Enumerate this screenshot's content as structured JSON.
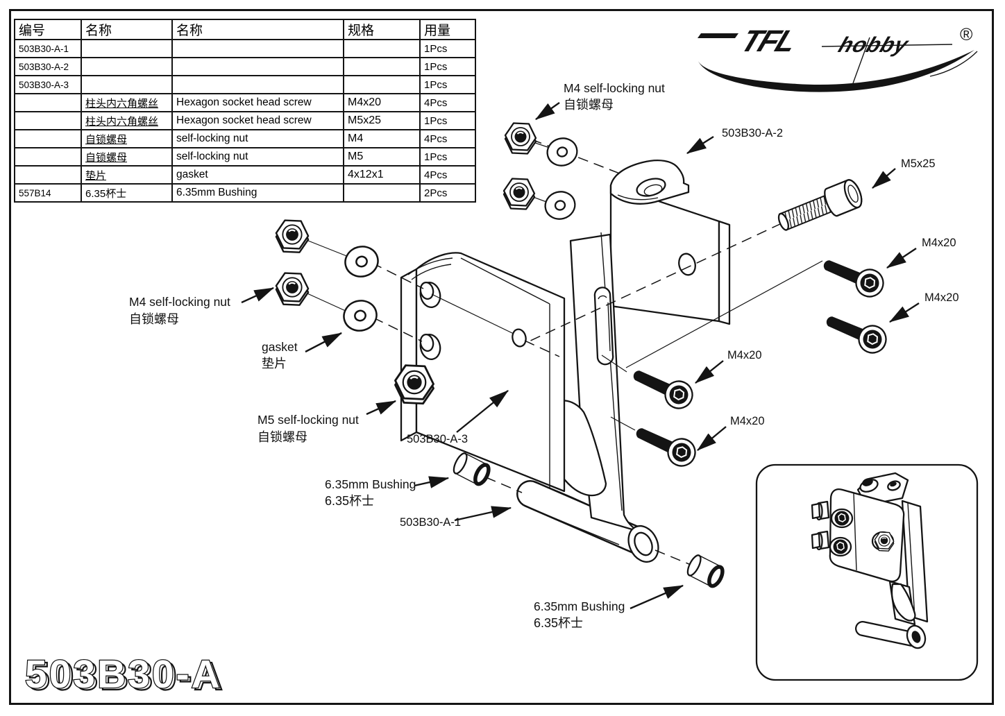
{
  "page": {
    "drawing_number": "503B30-A"
  },
  "logo": {
    "brand": "TFL",
    "suffix": "hobby",
    "registered": "®"
  },
  "table": {
    "headers": [
      "编号",
      "名称",
      "名称",
      "规格",
      "用量"
    ],
    "rows": [
      [
        "503B30-A-1",
        "",
        "",
        "",
        "1Pcs"
      ],
      [
        "503B30-A-2",
        "",
        "",
        "",
        "1Pcs"
      ],
      [
        "503B30-A-3",
        "",
        "",
        "",
        "1Pcs"
      ],
      [
        "",
        "柱头内六角螺丝",
        "Hexagon socket head screw",
        "M4x20",
        "4Pcs"
      ],
      [
        "",
        "柱头内六角螺丝",
        "Hexagon socket head screw",
        "M5x25",
        "1Pcs"
      ],
      [
        "",
        "自锁螺母",
        "self-locking nut",
        "M4",
        "4Pcs"
      ],
      [
        "",
        "自锁螺母",
        "self-locking nut",
        "M5",
        "1Pcs"
      ],
      [
        "",
        "垫片",
        "gasket",
        "4x12x1",
        "4Pcs"
      ],
      [
        "557B14",
        "6.35杯士",
        "6.35mm Bushing",
        "",
        "2Pcs"
      ]
    ]
  },
  "labels": {
    "m4_self_locking_nut_en": "M4 self-locking nut",
    "m4_self_locking_nut_cn": "自锁螺母",
    "m5_self_locking_nut_en": "M5 self-locking nut",
    "m5_self_locking_nut_cn": "自锁螺母",
    "gasket_en": "gasket",
    "gasket_cn": "垫片",
    "bushing_en": "6.35mm Bushing",
    "bushing_cn": "6.35杯士",
    "part_a1": "503B30-A-1",
    "part_a2": "503B30-A-2",
    "part_a3": "503B30-A-3",
    "m5x25": "M5x25",
    "m4x20": "M4x20"
  },
  "colors": {
    "ink": "#141414",
    "paper": "#ffffff"
  }
}
